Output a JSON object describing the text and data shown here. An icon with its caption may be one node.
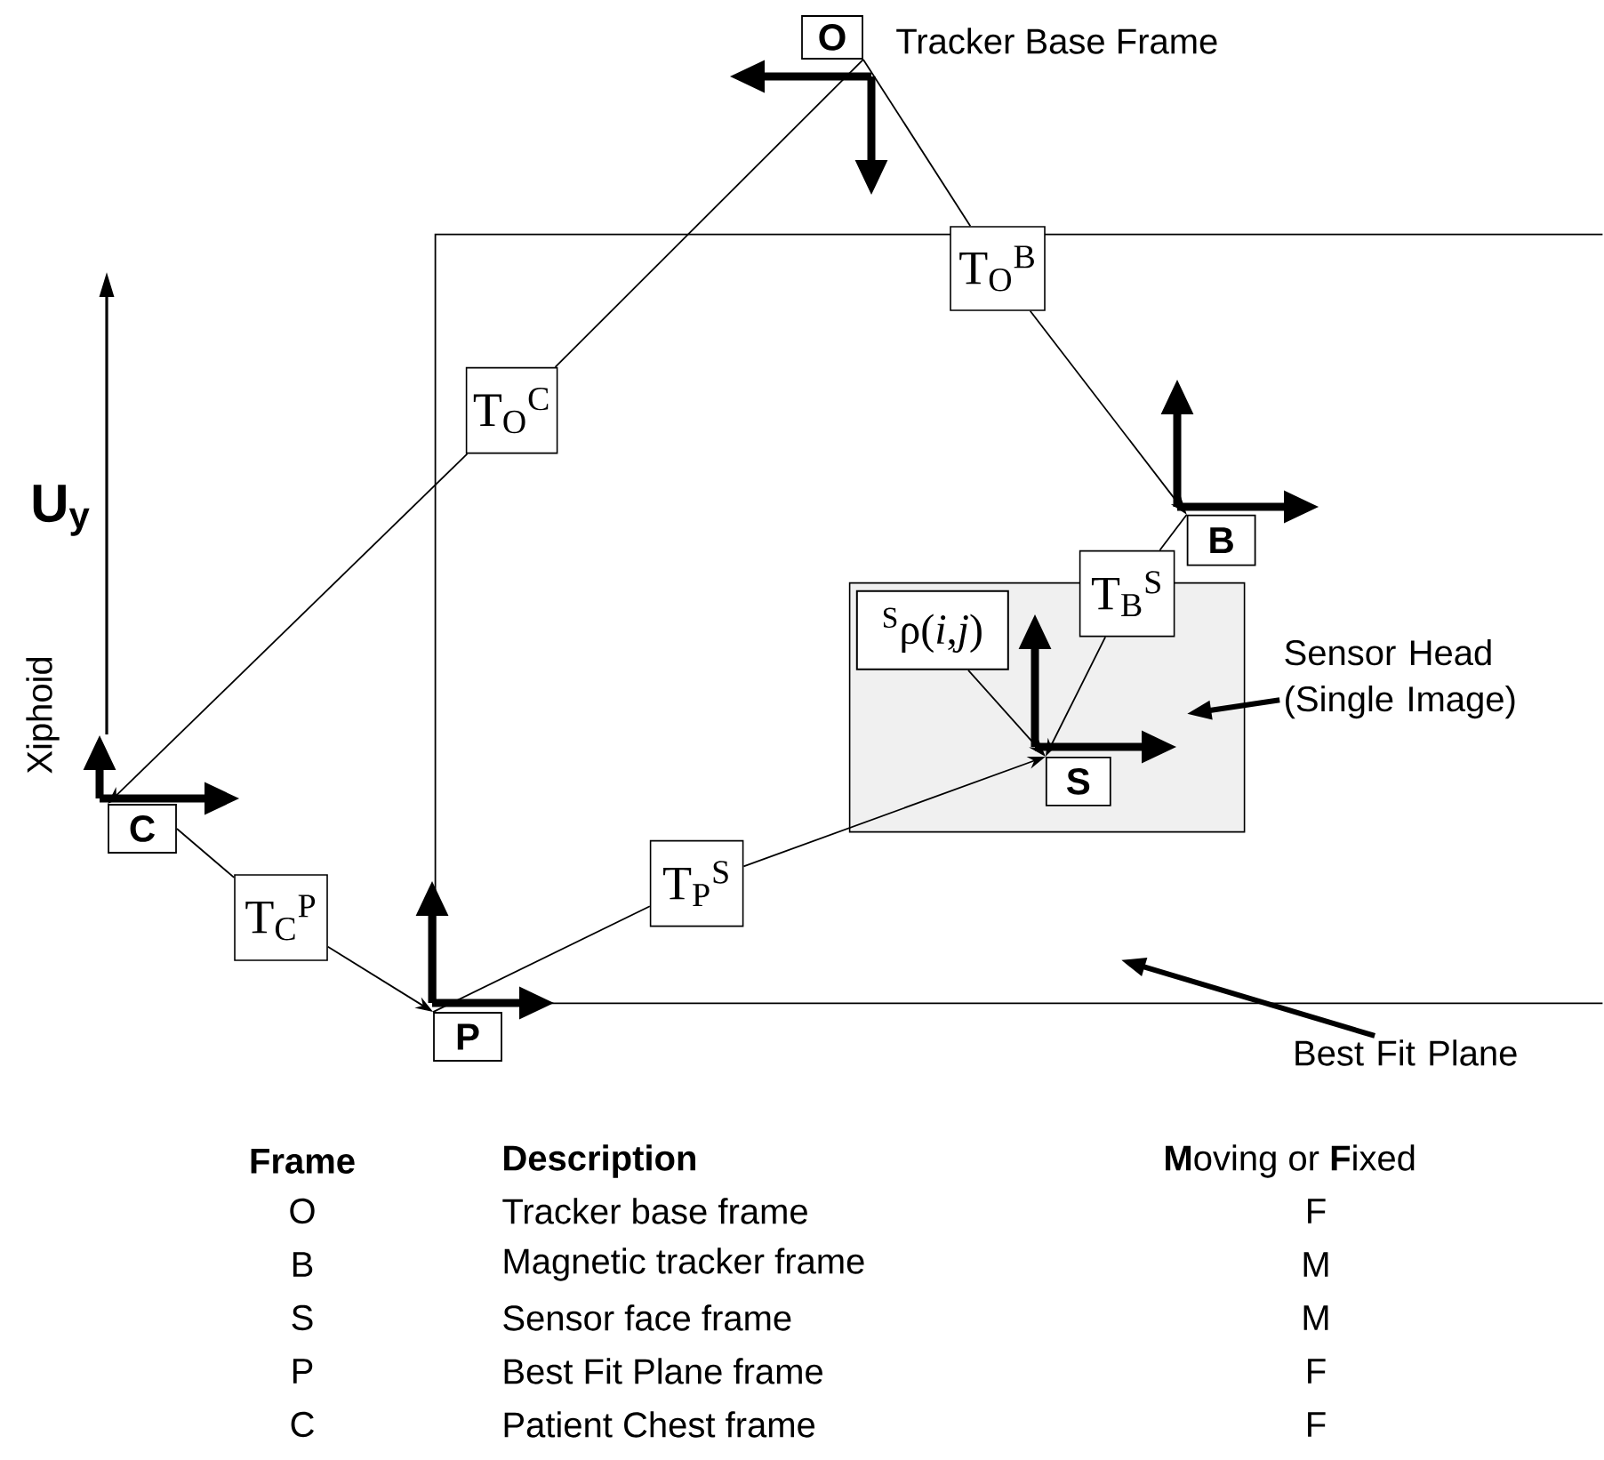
{
  "diagram": {
    "nodes": [
      {
        "text": [
          "O"
        ],
        "beside": [
          "Tracker Base Frame"
        ]
      },
      {
        "text": [],
        "shape": "box"
      },
      {
        "text": [
          "T$_{O}$$^{B}$"
        ]
      },
      {
        "text": [
          "T$_{O}$$^{C}$"
        ],
        "in": 1
      },
      {
        "text": [
          "B"
        ],
        "in": 1
      },
      {
        "text": [
          "T$_{B}$$^{S}$"
        ],
        "in": 1
      },
      {
        "text": [],
        "shape": "box",
        "in": 1
      },
      {
        "text": [
          "$^{S}$ρ(*i*,*j*)"
        ],
        "in": 6
      },
      {
        "text": [
          "S"
        ],
        "in": 6
      },
      {
        "text": [
          "Sensor Head (Single Image)"
        ],
        "in": 1
      },
      {
        "text": [
          "C"
        ]
      },
      {
        "text": [
          "T$_{C}$$^{P}$"
        ]
      },
      {
        "text": [
          "T$_{P}$$^{S}$"
        ],
        "in": 1
      },
      {
        "text": [
          "P"
        ]
      },
      {
        "text": [
          "Best Fit Plane"
        ]
      }
    ],
    "edges": [
      {
        "from": 0,
        "to": 3,
        "arrow": "none"
      },
      {
        "from": 3,
        "to": 10,
        "arrow": "to"
      },
      {
        "from": 0,
        "to": 2,
        "arrow": "none"
      },
      {
        "from": 2,
        "to": 4,
        "arrow": "to"
      },
      {
        "from": 4,
        "to": 5,
        "arrow": "none"
      },
      {
        "from": 5,
        "to": 8,
        "arrow": "to"
      },
      {
        "from": 7,
        "to": 8,
        "arrow": "to"
      },
      {
        "from": 10,
        "to": 11,
        "arrow": "none"
      },
      {
        "from": 11,
        "to": 13,
        "arrow": "to"
      },
      {
        "from": 13,
        "to": 12,
        "arrow": "none"
      },
      {
        "from": 12,
        "to": 8,
        "arrow": "to"
      },
      {
        "from": 9,
        "to": 6,
        "arrow": "to",
        "style": "thick"
      },
      {
        "from": 14,
        "to": 1,
        "arrow": "to",
        "style": "thick"
      }
    ],
    "labels": [
      "U$_{y}$",
      "Xiphoid",
      "Frame",
      "Description",
      "**M**oving or **F**ixed",
      "O",
      "Tracker base frame",
      "F",
      "B",
      "Magnetic tracker frame",
      "M",
      "S",
      "Sensor face frame",
      "M",
      "P",
      "Best Fit Plane frame",
      "F",
      "C",
      "Patient Chest frame",
      "F"
    ]
  }
}
